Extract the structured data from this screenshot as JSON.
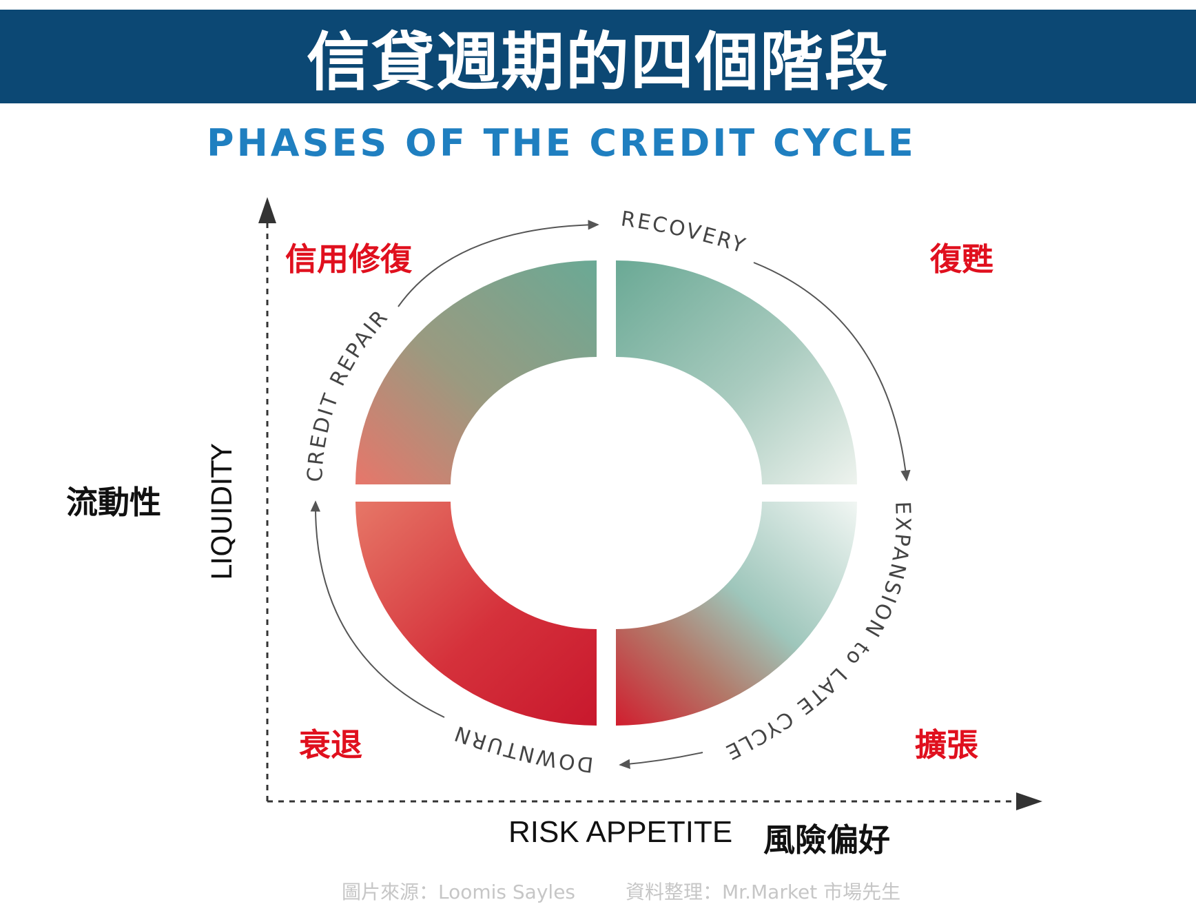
{
  "header": {
    "title": "信貸週期的四個階段"
  },
  "subtitle": "PHASES OF THE CREDIT CYCLE",
  "axes": {
    "y_label_en": "LIQUIDITY",
    "y_label_cn": "流動性",
    "x_label_en": "RISK APPETITE",
    "x_label_cn": "風險偏好"
  },
  "phases": {
    "credit_repair": {
      "en": "CREDIT REPAIR",
      "cn": "信用修復"
    },
    "recovery": {
      "en": "RECOVERY",
      "cn": "復甦"
    },
    "expansion": {
      "en": "EXPANSION to LATE CYCLE",
      "cn": "擴張"
    },
    "downturn": {
      "en": "DOWNTURN",
      "cn": "衰退"
    }
  },
  "footer": {
    "source": "圖片來源：Loomis Sayles",
    "compiled": "資料整理：Mr.Market 市場先生"
  },
  "colors": {
    "banner": "#0c4874",
    "subtitle": "#1f7fc0",
    "green": "#6aa995",
    "red": "#cc1a2e",
    "chinese_label": "#e0101e"
  }
}
